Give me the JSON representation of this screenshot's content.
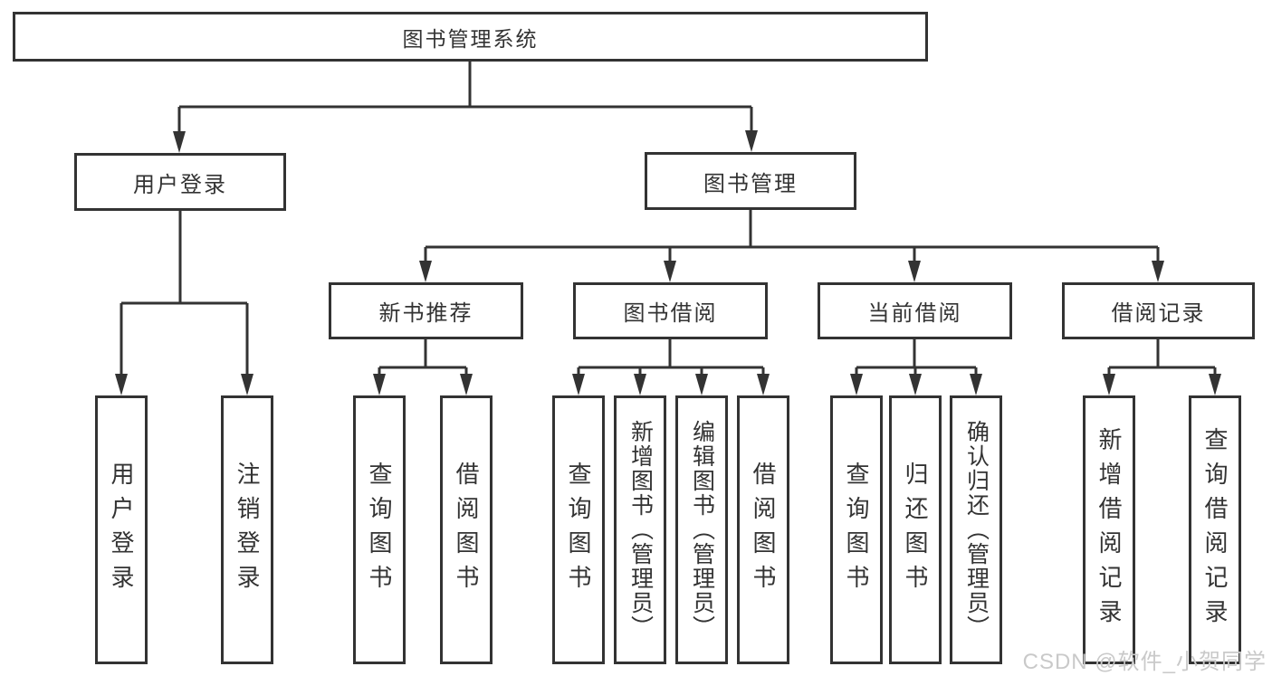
{
  "colors": {
    "line": "#333333",
    "box_border": "#333333",
    "box_fill": "#ffffff",
    "text": "#333333",
    "watermark": "#c9c9c9"
  },
  "tree": {
    "label": "图书管理系统",
    "children": [
      {
        "label": "用户登录",
        "children": [
          {
            "label": "用户登录"
          },
          {
            "label": "注销登录"
          }
        ]
      },
      {
        "label": "图书管理",
        "children": [
          {
            "label": "新书推荐",
            "children": [
              {
                "label": "查询图书"
              },
              {
                "label": "借阅图书"
              }
            ]
          },
          {
            "label": "图书借阅",
            "children": [
              {
                "label": "查询图书"
              },
              {
                "label": "新增图书（管理员）"
              },
              {
                "label": "编辑图书（管理员）"
              },
              {
                "label": "借阅图书"
              }
            ]
          },
          {
            "label": "当前借阅",
            "children": [
              {
                "label": "查询图书"
              },
              {
                "label": "归还图书"
              },
              {
                "label": "确认归还（管理员）"
              }
            ]
          },
          {
            "label": "借阅记录",
            "children": [
              {
                "label": "新增借阅记录"
              },
              {
                "label": "查询借阅记录"
              }
            ]
          }
        ]
      }
    ]
  },
  "watermark": {
    "text": "CSDN @软件_小贺同学"
  }
}
